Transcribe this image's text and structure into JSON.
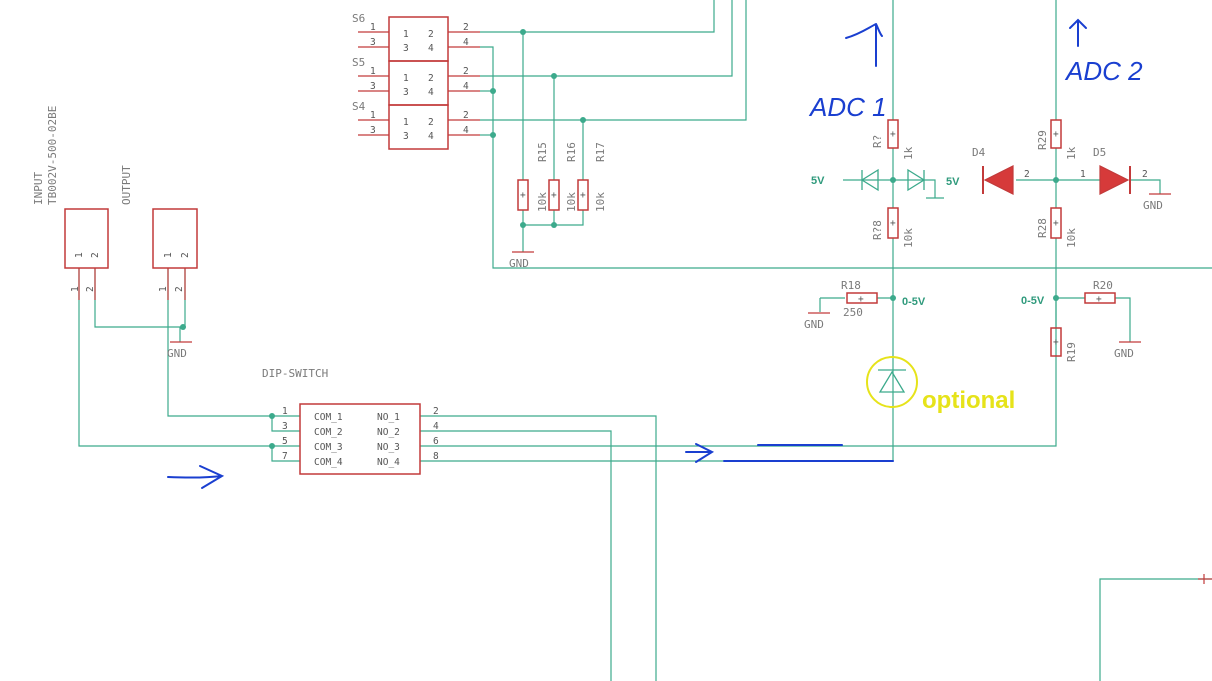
{
  "switches": [
    {
      "ref": "S6",
      "pins": [
        "1",
        "2",
        "3",
        "4"
      ]
    },
    {
      "ref": "S5",
      "pins": [
        "1",
        "2",
        "3",
        "4"
      ]
    },
    {
      "ref": "S4",
      "pins": [
        "1",
        "2",
        "3",
        "4"
      ]
    }
  ],
  "pullups": [
    {
      "ref": "R15",
      "value": "10k"
    },
    {
      "ref": "R16",
      "value": "10k"
    },
    {
      "ref": "R17",
      "value": "10k"
    }
  ],
  "gnd": "GND",
  "connectors": {
    "input_label": "INPUT",
    "input_part": "TB002V-500-02BE",
    "output_label": "OUTPUT",
    "pins": [
      "1",
      "2"
    ]
  },
  "dip": {
    "ref": "DIP-SWITCH",
    "left_pins": [
      "1",
      "3",
      "5",
      "7"
    ],
    "left_names": [
      "COM_1",
      "COM_2",
      "COM_3",
      "COM_4"
    ],
    "right_names": [
      "NO_1",
      "NO_2",
      "NO_3",
      "NO_4"
    ],
    "right_pins": [
      "2",
      "4",
      "6",
      "8"
    ]
  },
  "adc1": {
    "note": "ADC 1",
    "r_top": {
      "ref": "R?",
      "value": "1k"
    },
    "r_bot": {
      "ref": "R?8",
      "value": "10k"
    },
    "supply": "5V",
    "node": "0-5V",
    "shunt": {
      "ref": "R18",
      "value": "250"
    },
    "optional": "optional"
  },
  "adc2": {
    "note": "ADC 2",
    "r_top": {
      "ref": "R29",
      "value": "1k"
    },
    "r_bot": {
      "ref": "R28",
      "value": "10k"
    },
    "d_left": "D4",
    "d_right": "D5",
    "supply": "5V",
    "d_pin_a": "2",
    "d_pin_b": "1",
    "d_pin_c": "2",
    "node": "0-5V",
    "shunt": {
      "ref": "R20"
    },
    "bottom_r": {
      "ref": "R19"
    }
  }
}
